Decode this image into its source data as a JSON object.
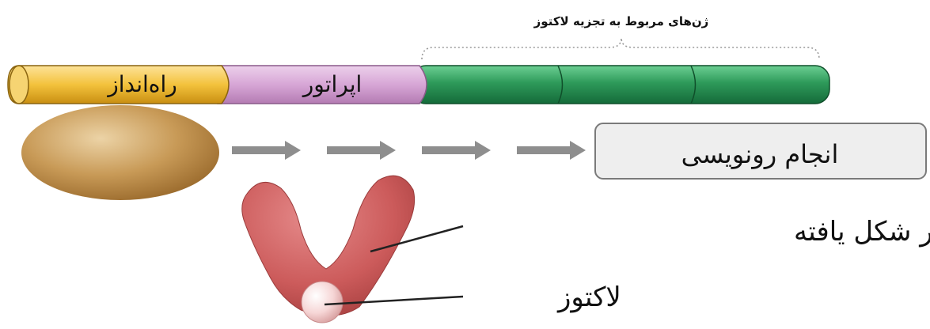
{
  "title": "ژن‌های مربوط به تجزیه لاکتوز",
  "dna_segments": {
    "promoter": "راه‌انداز",
    "operator": "اپراتور"
  },
  "transcription_box": "انجام رونویسی",
  "labels": {
    "altered_repressor": "مهارکننده تغییر شکل یافته",
    "lactose": "لاکتوز"
  },
  "colors": {
    "promoter": "#f3c23c",
    "operator": "#d7a6d6",
    "genes": "#2e9a5a",
    "repressor": "#cc5b5b",
    "rna_polymerase": "#c89a57",
    "arrow": "#8e8e8e",
    "box_fill": "#eeeeee",
    "box_stroke": "#7a7a7a"
  }
}
